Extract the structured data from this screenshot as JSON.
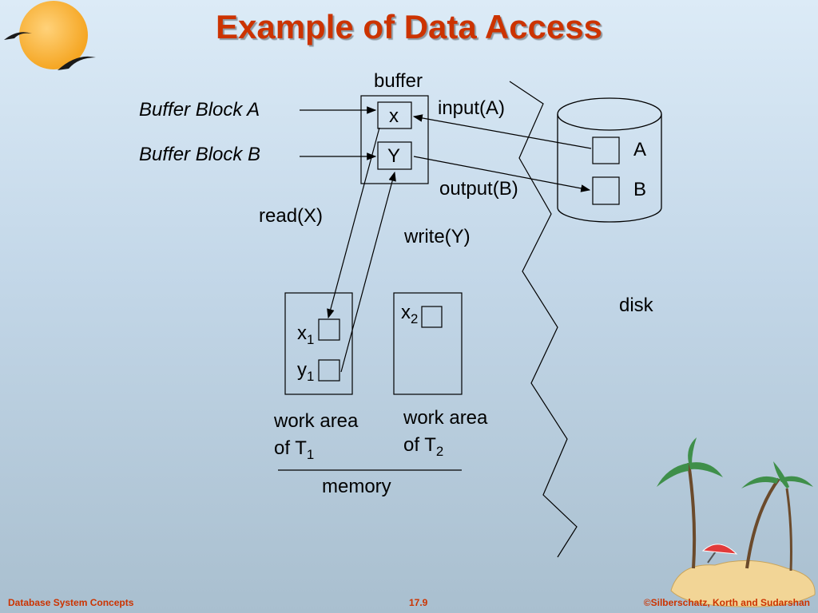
{
  "title": "Example of Data Access",
  "labels": {
    "buffer": "buffer",
    "buffer_block_a": "Buffer Block A",
    "buffer_block_b": "Buffer Block B",
    "cell_x": "x",
    "cell_y": "Y",
    "input_a": "input(A)",
    "output_b": "output(B)",
    "disk_a": "A",
    "disk_b": "B",
    "read_x": "read(X)",
    "write_y": "write(Y)",
    "disk": "disk",
    "x1_base": "x",
    "x1_sub": "1",
    "y1_base": "y",
    "y1_sub": "1",
    "x2_base": "x",
    "x2_sub": "2",
    "work_area": "work area",
    "of_t": "of T",
    "t1_sub": "1",
    "t2_sub": "2",
    "memory": "memory"
  },
  "footer": {
    "left": "Database System Concepts",
    "center": "17.9",
    "right": "©Silberschatz, Korth and Sudarshan"
  }
}
